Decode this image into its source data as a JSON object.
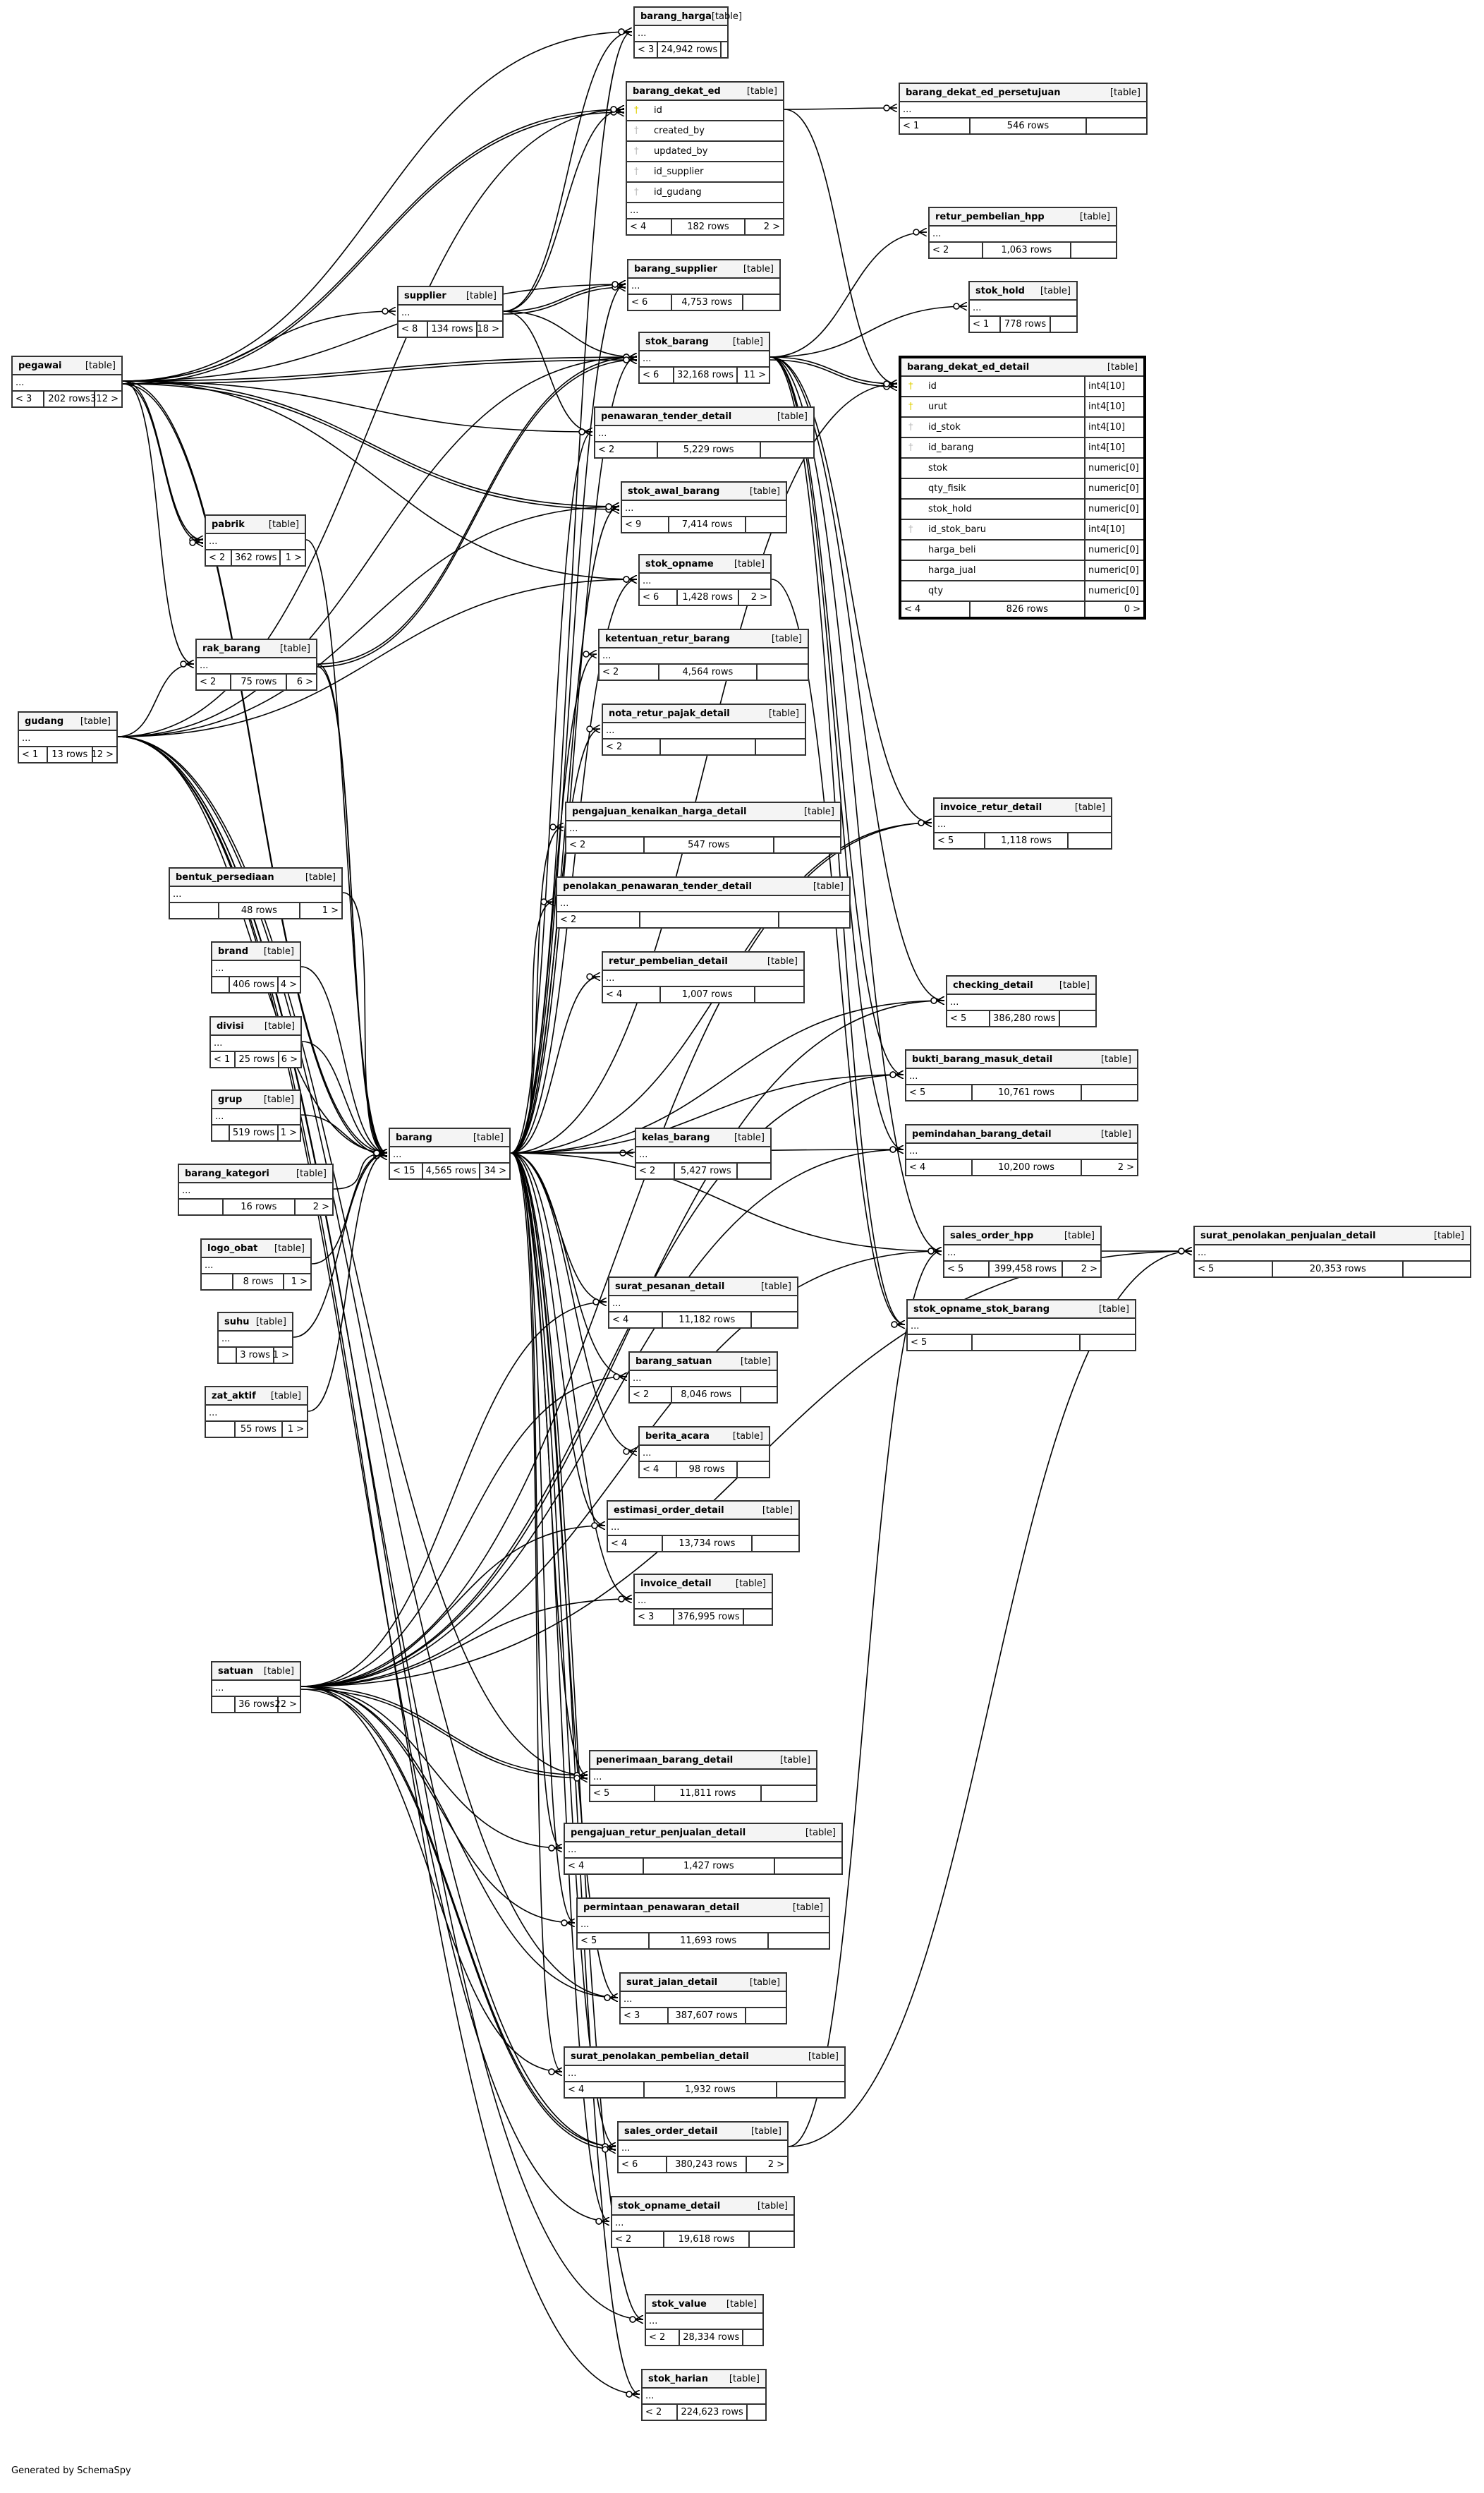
{
  "diagram": {
    "generated_by": "Generated by SchemaSpy",
    "type_label": "[table]",
    "ellipsis": "..."
  },
  "tables": [
    {
      "id": "barang_harga",
      "name": "barang_harga",
      "footer": {
        "left": "< 3",
        "rows": "24,942 rows",
        "right": ""
      }
    },
    {
      "id": "barang_dekat_ed",
      "name": "barang_dekat_ed",
      "columns": [
        {
          "name": "id",
          "key": "pk"
        },
        {
          "name": "created_by",
          "key": "fk"
        },
        {
          "name": "updated_by",
          "key": "fk"
        },
        {
          "name": "id_supplier",
          "key": "fk"
        },
        {
          "name": "id_gudang",
          "key": "fk"
        }
      ],
      "more": true,
      "footer": {
        "left": "< 4",
        "rows": "182 rows",
        "right": "2 >"
      }
    },
    {
      "id": "barang_dekat_ed_persetujuan",
      "name": "barang_dekat_ed_persetujuan",
      "footer": {
        "left": "< 1",
        "rows": "546 rows",
        "right": ""
      }
    },
    {
      "id": "retur_pembelian_hpp",
      "name": "retur_pembelian_hpp",
      "footer": {
        "left": "< 2",
        "rows": "1,063 rows",
        "right": ""
      }
    },
    {
      "id": "stok_hold",
      "name": "stok_hold",
      "footer": {
        "left": "< 1",
        "rows": "778 rows",
        "right": ""
      }
    },
    {
      "id": "barang_dekat_ed_detail",
      "name": "barang_dekat_ed_detail",
      "focus": true,
      "columns": [
        {
          "name": "id",
          "key": "pk",
          "type": "int4[10]"
        },
        {
          "name": "urut",
          "key": "pk",
          "type": "int4[10]"
        },
        {
          "name": "id_stok",
          "key": "fk",
          "type": "int4[10]"
        },
        {
          "name": "id_barang",
          "key": "fk",
          "type": "int4[10]"
        },
        {
          "name": "stok",
          "key": "",
          "type": "numeric[0]"
        },
        {
          "name": "qty_fisik",
          "key": "",
          "type": "numeric[0]"
        },
        {
          "name": "stok_hold",
          "key": "",
          "type": "numeric[0]"
        },
        {
          "name": "id_stok_baru",
          "key": "fk",
          "type": "int4[10]"
        },
        {
          "name": "harga_beli",
          "key": "",
          "type": "numeric[0]"
        },
        {
          "name": "harga_jual",
          "key": "",
          "type": "numeric[0]"
        },
        {
          "name": "qty",
          "key": "",
          "type": "numeric[0]"
        }
      ],
      "footer": {
        "left": "< 4",
        "rows": "826 rows",
        "right": "0 >"
      }
    },
    {
      "id": "barang_supplier",
      "name": "barang_supplier",
      "footer": {
        "left": "< 6",
        "rows": "4,753 rows",
        "right": ""
      }
    },
    {
      "id": "supplier",
      "name": "supplier",
      "footer": {
        "left": "< 8",
        "rows": "134 rows",
        "right": "18 >"
      }
    },
    {
      "id": "stok_barang",
      "name": "stok_barang",
      "footer": {
        "left": "< 6",
        "rows": "32,168 rows",
        "right": "11 >"
      }
    },
    {
      "id": "penawaran_tender_detail",
      "name": "penawaran_tender_detail",
      "footer": {
        "left": "< 2",
        "rows": "5,229 rows",
        "right": ""
      }
    },
    {
      "id": "pegawai",
      "name": "pegawai",
      "footer": {
        "left": "< 3",
        "rows": "202 rows",
        "right": "312 >"
      }
    },
    {
      "id": "stok_awal_barang",
      "name": "stok_awal_barang",
      "footer": {
        "left": "< 9",
        "rows": "7,414 rows",
        "right": ""
      }
    },
    {
      "id": "pabrik",
      "name": "pabrik",
      "footer": {
        "left": "< 2",
        "rows": "362 rows",
        "right": "1 >"
      }
    },
    {
      "id": "stok_opname",
      "name": "stok_opname",
      "footer": {
        "left": "< 6",
        "rows": "1,428 rows",
        "right": "2 >"
      }
    },
    {
      "id": "rak_barang",
      "name": "rak_barang",
      "footer": {
        "left": "< 2",
        "rows": "75 rows",
        "right": "6 >"
      }
    },
    {
      "id": "ketentuan_retur_barang",
      "name": "ketentuan_retur_barang",
      "footer": {
        "left": "< 2",
        "rows": "4,564 rows",
        "right": ""
      }
    },
    {
      "id": "gudang",
      "name": "gudang",
      "footer": {
        "left": "< 1",
        "rows": "13 rows",
        "right": "12 >"
      }
    },
    {
      "id": "nota_retur_pajak_detail",
      "name": "nota_retur_pajak_detail",
      "footer": {
        "left": "< 2",
        "rows": "",
        "right": ""
      }
    },
    {
      "id": "pengajuan_kenaikan_harga_detail",
      "name": "pengajuan_kenaikan_harga_detail",
      "footer": {
        "left": "< 2",
        "rows": "547 rows",
        "right": ""
      }
    },
    {
      "id": "bentuk_persediaan",
      "name": "bentuk_persediaan",
      "footer": {
        "left": "",
        "rows": "48 rows",
        "right": "1 >"
      }
    },
    {
      "id": "penolakan_penawaran_tender_detail",
      "name": "penolakan_penawaran_tender_detail",
      "footer": {
        "left": "< 2",
        "rows": "",
        "right": ""
      }
    },
    {
      "id": "brand",
      "name": "brand",
      "footer": {
        "left": "",
        "rows": "406 rows",
        "right": "4 >"
      }
    },
    {
      "id": "retur_pembelian_detail",
      "name": "retur_pembelian_detail",
      "footer": {
        "left": "< 4",
        "rows": "1,007 rows",
        "right": ""
      }
    },
    {
      "id": "divisi",
      "name": "divisi",
      "footer": {
        "left": "< 1",
        "rows": "25 rows",
        "right": "6 >"
      }
    },
    {
      "id": "grup",
      "name": "grup",
      "footer": {
        "left": "",
        "rows": "519 rows",
        "right": "1 >"
      }
    },
    {
      "id": "barang",
      "name": "barang",
      "footer": {
        "left": "< 15",
        "rows": "4,565 rows",
        "right": "34 >"
      }
    },
    {
      "id": "kelas_barang",
      "name": "kelas_barang",
      "footer": {
        "left": "< 2",
        "rows": "5,427 rows",
        "right": ""
      }
    },
    {
      "id": "barang_kategori",
      "name": "barang_kategori",
      "footer": {
        "left": "",
        "rows": "16 rows",
        "right": "2 >"
      }
    },
    {
      "id": "logo_obat",
      "name": "logo_obat",
      "footer": {
        "left": "",
        "rows": "8 rows",
        "right": "1 >"
      }
    },
    {
      "id": "suhu",
      "name": "suhu",
      "footer": {
        "left": "",
        "rows": "3 rows",
        "right": "1 >"
      }
    },
    {
      "id": "zat_aktif",
      "name": "zat_aktif",
      "footer": {
        "left": "",
        "rows": "55 rows",
        "right": "1 >"
      }
    },
    {
      "id": "invoice_retur_detail",
      "name": "invoice_retur_detail",
      "footer": {
        "left": "< 5",
        "rows": "1,118 rows",
        "right": ""
      }
    },
    {
      "id": "checking_detail",
      "name": "checking_detail",
      "footer": {
        "left": "< 5",
        "rows": "386,280 rows",
        "right": ""
      }
    },
    {
      "id": "bukti_barang_masuk_detail",
      "name": "bukti_barang_masuk_detail",
      "footer": {
        "left": "< 5",
        "rows": "10,761 rows",
        "right": ""
      }
    },
    {
      "id": "pemindahan_barang_detail",
      "name": "pemindahan_barang_detail",
      "footer": {
        "left": "< 4",
        "rows": "10,200 rows",
        "right": "2 >"
      }
    },
    {
      "id": "sales_order_hpp",
      "name": "sales_order_hpp",
      "footer": {
        "left": "< 5",
        "rows": "399,458 rows",
        "right": "2 >"
      }
    },
    {
      "id": "surat_penolakan_penjualan_detail",
      "name": "surat_penolakan_penjualan_detail",
      "footer": {
        "left": "< 5",
        "rows": "20,353 rows",
        "right": ""
      }
    },
    {
      "id": "stok_opname_stok_barang",
      "name": "stok_opname_stok_barang",
      "footer": {
        "left": "< 5",
        "rows": "",
        "right": ""
      }
    },
    {
      "id": "surat_pesanan_detail",
      "name": "surat_pesanan_detail",
      "footer": {
        "left": "< 4",
        "rows": "11,182 rows",
        "right": ""
      }
    },
    {
      "id": "barang_satuan",
      "name": "barang_satuan",
      "footer": {
        "left": "< 2",
        "rows": "8,046 rows",
        "right": ""
      }
    },
    {
      "id": "berita_acara",
      "name": "berita_acara",
      "footer": {
        "left": "< 4",
        "rows": "98 rows",
        "right": ""
      }
    },
    {
      "id": "estimasi_order_detail",
      "name": "estimasi_order_detail",
      "footer": {
        "left": "< 4",
        "rows": "13,734 rows",
        "right": ""
      }
    },
    {
      "id": "invoice_detail",
      "name": "invoice_detail",
      "footer": {
        "left": "< 3",
        "rows": "376,995 rows",
        "right": ""
      }
    },
    {
      "id": "satuan",
      "name": "satuan",
      "footer": {
        "left": "",
        "rows": "36 rows",
        "right": "22 >"
      }
    },
    {
      "id": "penerimaan_barang_detail",
      "name": "penerimaan_barang_detail",
      "footer": {
        "left": "< 5",
        "rows": "11,811 rows",
        "right": ""
      }
    },
    {
      "id": "pengajuan_retur_penjualan_detail",
      "name": "pengajuan_retur_penjualan_detail",
      "footer": {
        "left": "< 4",
        "rows": "1,427 rows",
        "right": ""
      }
    },
    {
      "id": "permintaan_penawaran_detail",
      "name": "permintaan_penawaran_detail",
      "footer": {
        "left": "< 5",
        "rows": "11,693 rows",
        "right": ""
      }
    },
    {
      "id": "surat_jalan_detail",
      "name": "surat_jalan_detail",
      "footer": {
        "left": "< 3",
        "rows": "387,607 rows",
        "right": ""
      }
    },
    {
      "id": "surat_penolakan_pembelian_detail",
      "name": "surat_penolakan_pembelian_detail",
      "footer": {
        "left": "< 4",
        "rows": "1,932 rows",
        "right": ""
      }
    },
    {
      "id": "sales_order_detail",
      "name": "sales_order_detail",
      "footer": {
        "left": "< 6",
        "rows": "380,243 rows",
        "right": "2 >"
      }
    },
    {
      "id": "stok_opname_detail",
      "name": "stok_opname_detail",
      "footer": {
        "left": "< 2",
        "rows": "19,618 rows",
        "right": ""
      }
    },
    {
      "id": "stok_value",
      "name": "stok_value",
      "footer": {
        "left": "< 2",
        "rows": "28,334 rows",
        "right": ""
      }
    },
    {
      "id": "stok_harian",
      "name": "stok_harian",
      "footer": {
        "left": "< 2",
        "rows": "224,623 rows",
        "right": ""
      }
    }
  ]
}
